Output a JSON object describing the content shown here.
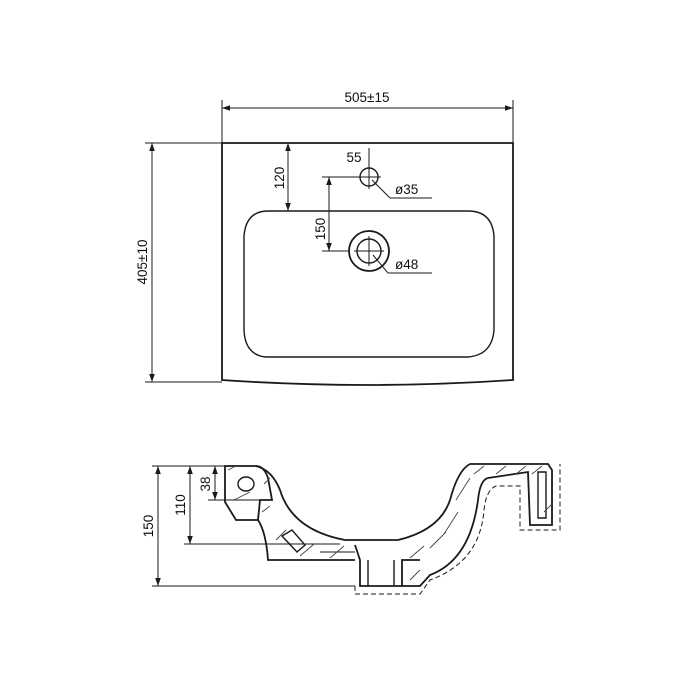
{
  "dimensions": {
    "width": "505±15",
    "depth": "405±10",
    "tap_offset": "55",
    "tap_hole": "ø35",
    "tap_from_back": "120",
    "tap_to_drain": "150",
    "drain_hole": "ø48",
    "height_total": "150",
    "height_bowl": "110",
    "height_rim": "38"
  }
}
